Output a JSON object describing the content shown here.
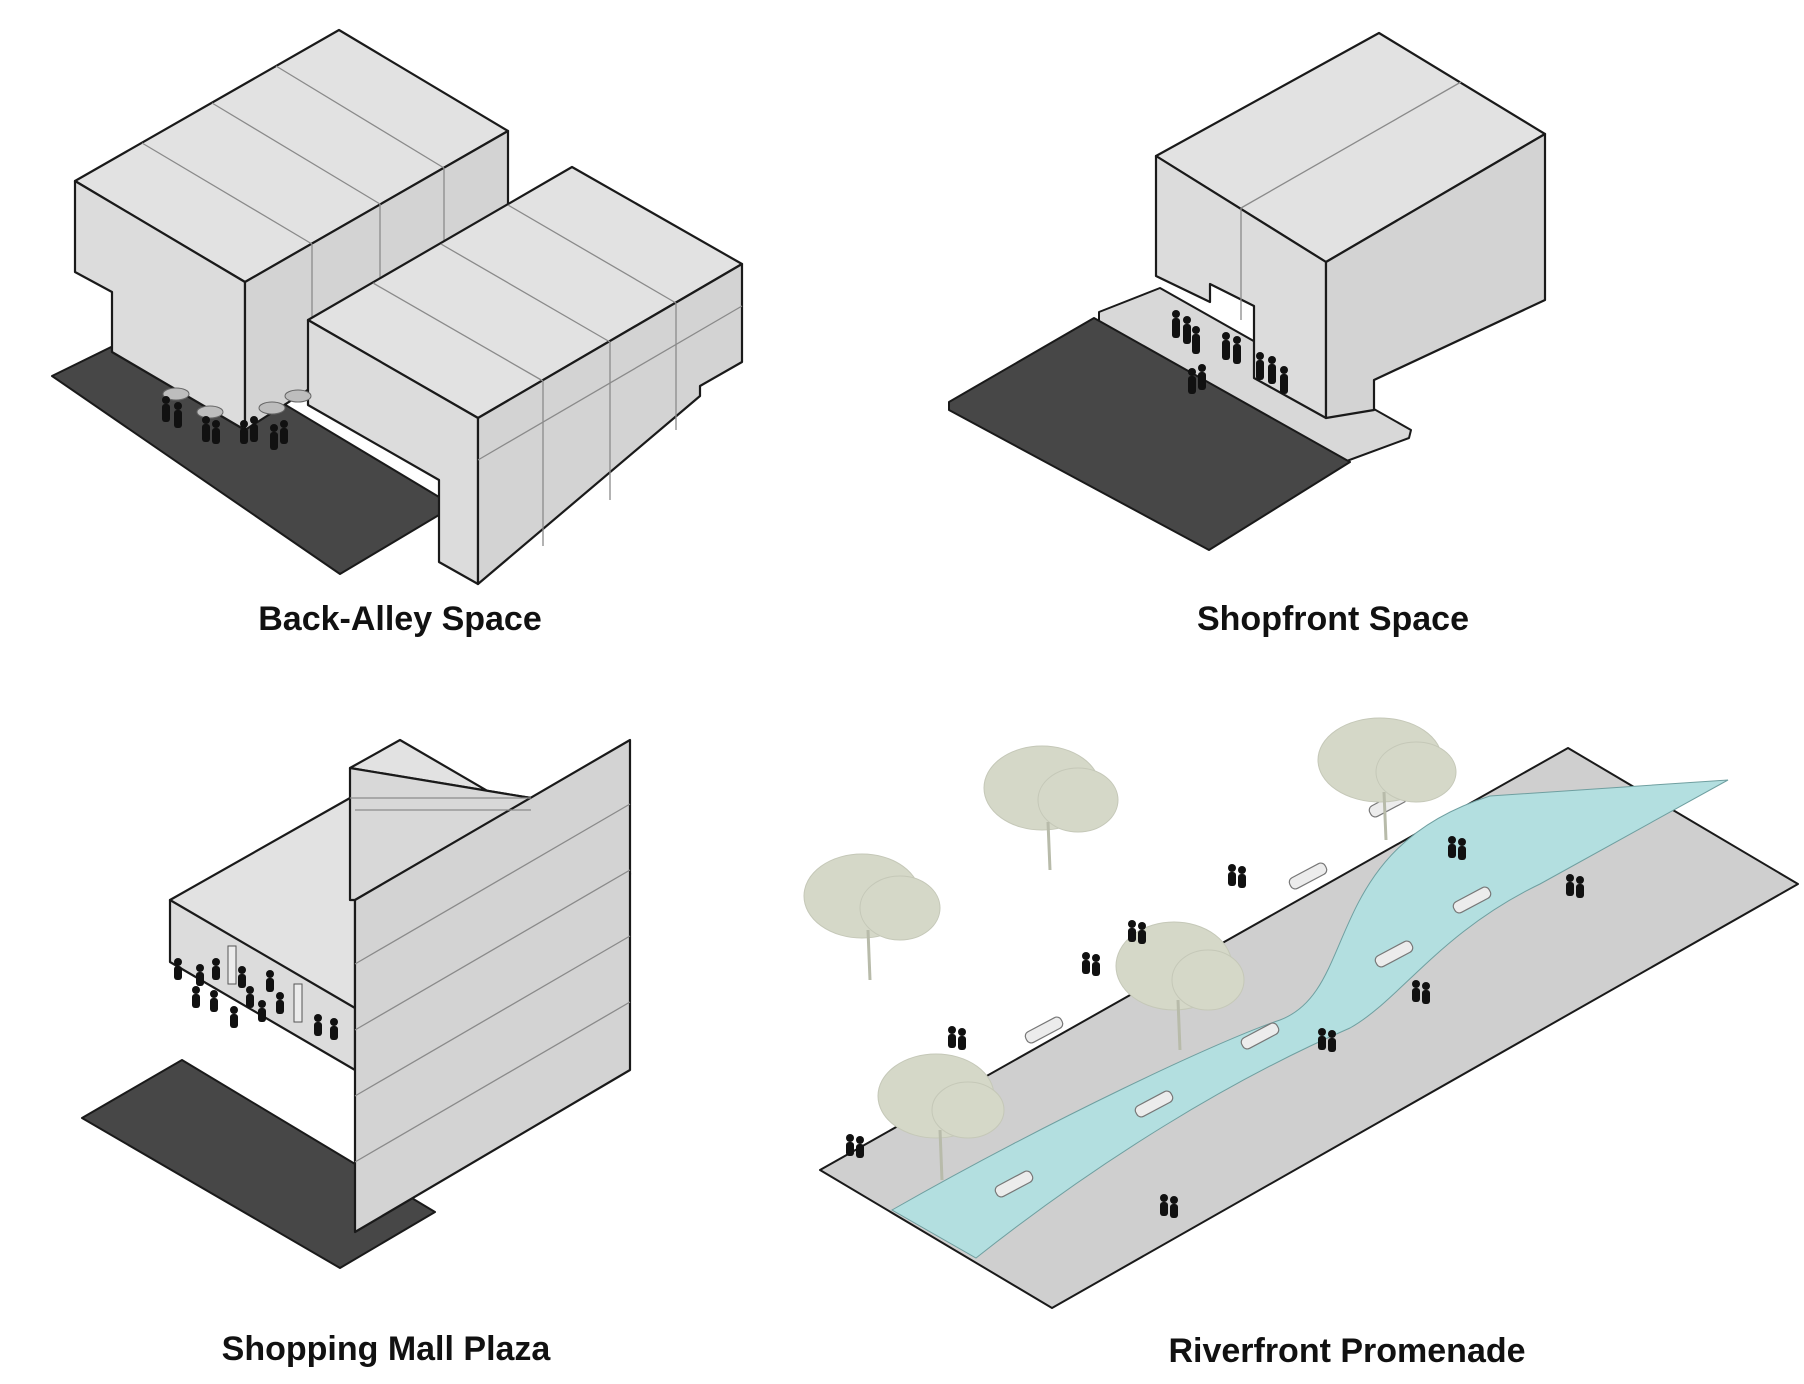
{
  "captions": {
    "back_alley": "Back-Alley Space",
    "shopfront": "Shopfront Space",
    "mall_plaza": "Shopping Mall Plaza",
    "riverfront": "Riverfront Promenade"
  },
  "colors": {
    "building_top": "#e2e2e2",
    "building_left": "#dcdcdc",
    "building_right": "#d3d3d3",
    "dark_ground": "#474747",
    "sidewalk": "#d8d8d8",
    "promenade": "#cfcfcf",
    "water": "#b3dfe0",
    "tree_canopy": "#d5d8c8",
    "people": "#111111"
  }
}
